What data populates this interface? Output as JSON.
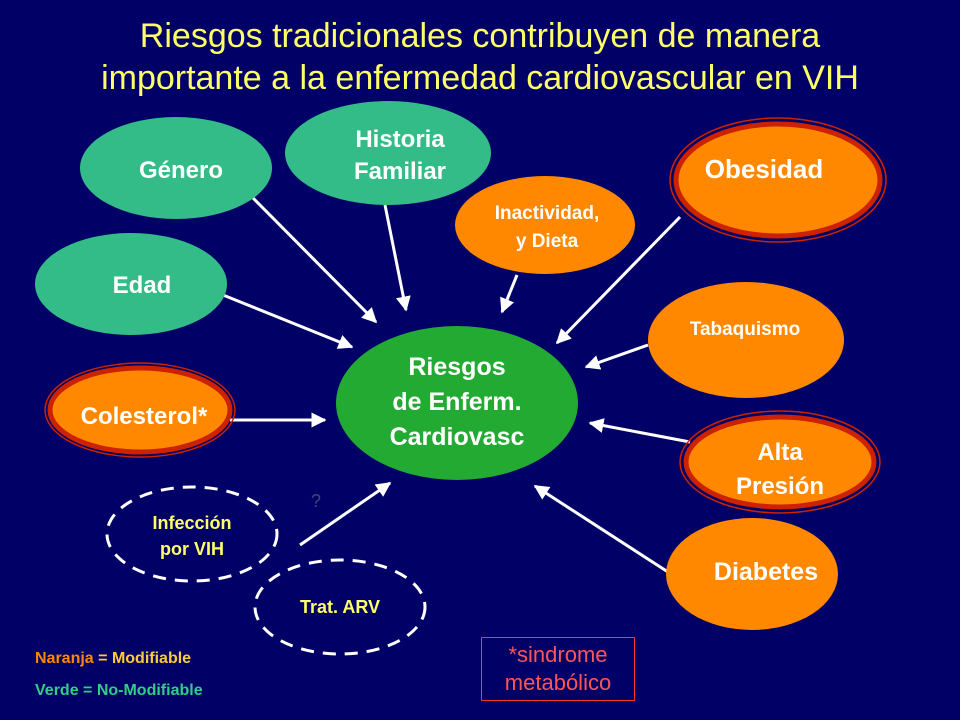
{
  "title": {
    "line1": "Riesgos tradicionales contribuyen de manera",
    "line2": "importante a la enfermedad cardiovascular en VIH"
  },
  "colors": {
    "background": "#000066",
    "title": "#ffff66",
    "non_modifiable": "#33bb88",
    "modifiable": "#ff8800",
    "center": "#22aa33",
    "arrow": "#ffffff"
  },
  "center": {
    "line1": "Riesgos",
    "line2": "de Enferm.",
    "line3": "Cardiovasc"
  },
  "factors": {
    "genero": "Género",
    "historia": {
      "line1": "Historia",
      "line2": "Familiar"
    },
    "edad": "Edad",
    "colesterol": "Colesterol*",
    "inactividad": {
      "line1": "Inactividad,",
      "line2": "y Dieta"
    },
    "obesidad": "Obesidad",
    "tabaquismo": "Tabaquismo",
    "alta_presion": {
      "line1": "Alta",
      "line2": "Presión"
    },
    "diabetes": "Diabetes",
    "infeccion": {
      "line1": "Infección",
      "line2": "por VIH"
    },
    "trat_arv": "Trat. ARV"
  },
  "question_mark": "?",
  "legend": {
    "naranja_word": "Naranja",
    "naranja_rest": "= Modifiable",
    "verde": "Verde = No-Modifiable"
  },
  "note": {
    "line1": "*sindrome",
    "line2": "metabólico"
  }
}
